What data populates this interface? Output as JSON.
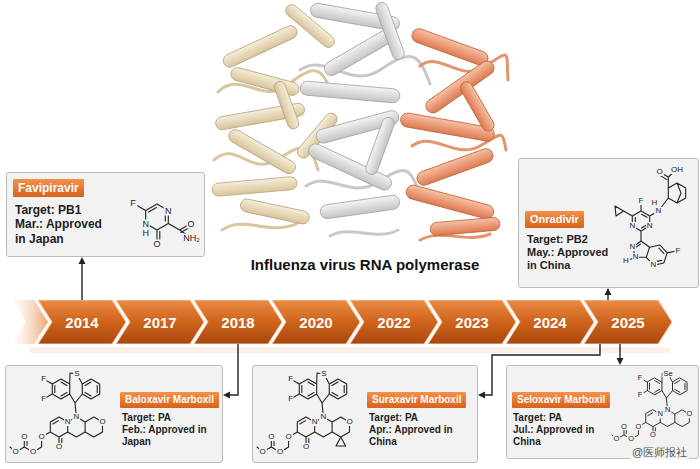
{
  "diagram": {
    "nodes": [
      {
        "text": [
          "Target: PB1",
          "Mar.: Approved in Japan"
        ]
      },
      {
        "text": [
          "Favipiravir"
        ],
        "in": 0
      },
      {
        "text": [
          "Target: PB2",
          "May.: Approved in China"
        ]
      },
      {
        "text": [
          "Onradivir"
        ],
        "in": 2
      },
      {
        "text": [
          "2014"
        ]
      },
      {
        "text": [
          "2017"
        ]
      },
      {
        "text": [
          "2018"
        ]
      },
      {
        "text": [
          "2020"
        ]
      },
      {
        "text": [
          "2022"
        ]
      },
      {
        "text": [
          "2023"
        ]
      },
      {
        "text": [
          "2024"
        ]
      },
      {
        "text": [
          "2025"
        ]
      },
      {
        "text": [
          "Target: PA",
          "Feb.: Approved in Japan"
        ]
      },
      {
        "text": [
          "Baloxavir Marboxil"
        ],
        "in": 12
      },
      {
        "text": [
          "Target: PA",
          "Apr.: Approved in China"
        ]
      },
      {
        "text": [
          "Suraxavir Marboxil"
        ],
        "in": 14
      },
      {
        "text": [
          "Target: PA",
          "Jul.: Approved in China"
        ]
      },
      {
        "text": [
          "Seloxavir Marboxil"
        ],
        "in": 16
      }
    ],
    "edges": [
      {
        "from": 4,
        "to": 0,
        "arrow": "to"
      },
      {
        "from": 11,
        "to": 2,
        "arrow": "to"
      },
      {
        "from": 6,
        "to": 12,
        "arrow": "to"
      },
      {
        "from": 11,
        "to": 14,
        "arrow": "to"
      },
      {
        "from": 11,
        "to": 16,
        "arrow": "to"
      }
    ],
    "labels": [
      "F",
      "N",
      "O",
      "NH₂",
      "O",
      "N",
      "H",
      "Influenza virus RNA polymerase",
      "OH",
      "O",
      "F",
      "H",
      "N",
      "N",
      "N",
      "N",
      "H",
      "N",
      "N",
      "F",
      "S",
      "F",
      "F",
      "N",
      "N",
      "O",
      "O",
      "O",
      "O",
      "O",
      "O",
      "S",
      "F",
      "F",
      "N",
      "N",
      "O",
      "O",
      "O",
      "O",
      "O",
      "O",
      "Se",
      "F",
      "F",
      "N",
      "N",
      "O",
      "O",
      "O",
      "O",
      "O",
      "O",
      "@医师报社"
    ]
  }
}
